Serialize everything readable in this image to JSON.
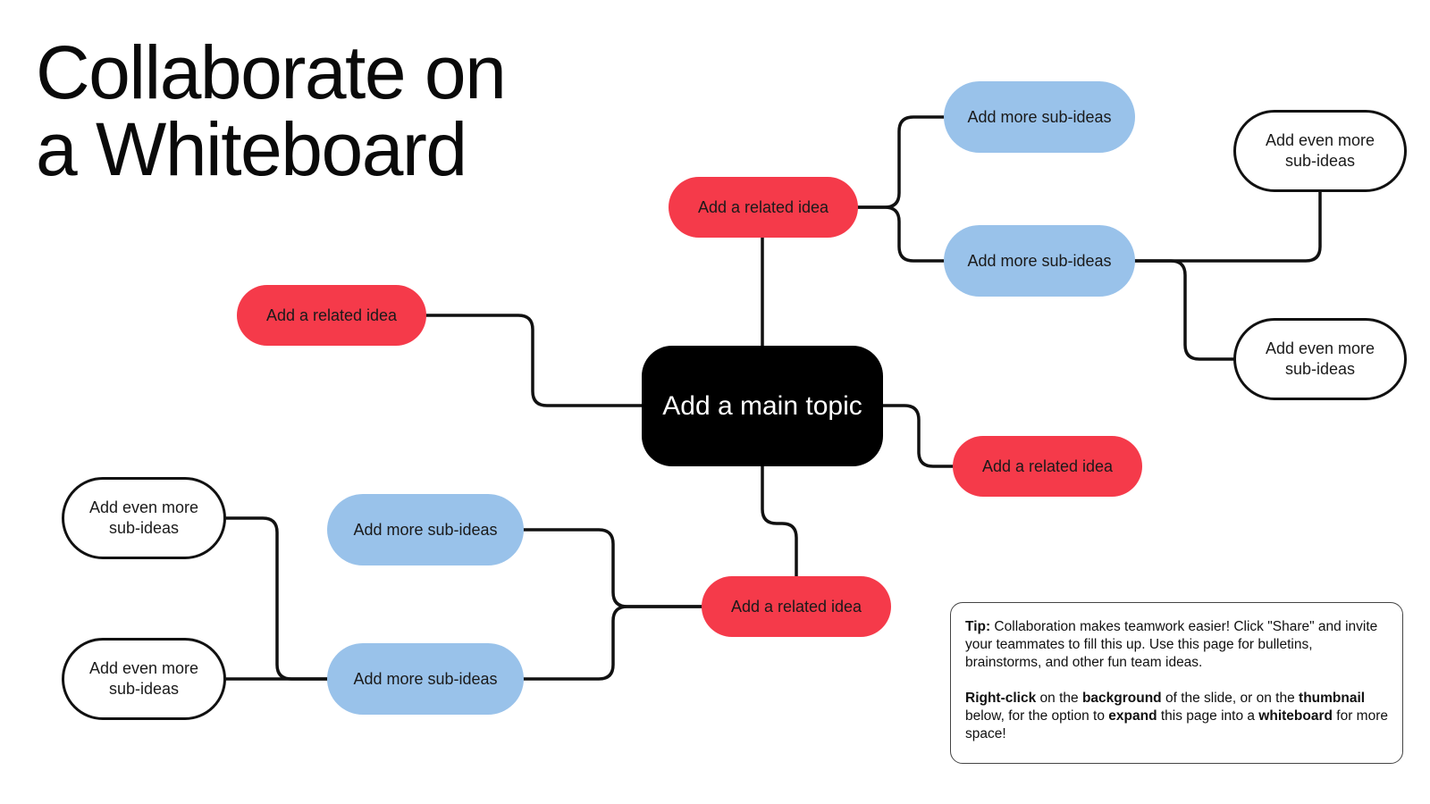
{
  "title": {
    "line1": "Collaborate on",
    "line2": "a Whiteboard"
  },
  "mindmap": {
    "main_topic": "Add a main topic",
    "related_top": "Add a related idea",
    "related_left": "Add a related idea",
    "related_right": "Add a related idea",
    "related_bottom": "Add a related idea",
    "sub_top_1": "Add more sub-ideas",
    "sub_top_2": "Add more sub-ideas",
    "sub_bottom_1": "Add more sub-ideas",
    "sub_bottom_2": "Add more sub-ideas",
    "leaf_right_1": "Add even more\nsub-ideas",
    "leaf_right_2": "Add even more\nsub-ideas",
    "leaf_left_1": "Add even more\nsub-ideas",
    "leaf_left_2": "Add even more\nsub-ideas"
  },
  "tip": {
    "p1": [
      {
        "text": "Tip:",
        "bold": true
      },
      {
        "text": " Collaboration makes teamwork easier! Click \"Share\" and invite your teammates to fill this up. Use this page for bulletins, brainstorms, and other fun team ideas.",
        "bold": false
      }
    ],
    "p2": [
      {
        "text": "Right-click",
        "bold": true
      },
      {
        "text": " on the ",
        "bold": false
      },
      {
        "text": "background",
        "bold": true
      },
      {
        "text": " of the slide, or on the ",
        "bold": false
      },
      {
        "text": "thumbnail",
        "bold": true
      },
      {
        "text": " below, for the option to ",
        "bold": false
      },
      {
        "text": "expand",
        "bold": true
      },
      {
        "text": " this page into a ",
        "bold": false
      },
      {
        "text": "whiteboard",
        "bold": true
      },
      {
        "text": " for more space!",
        "bold": false
      }
    ]
  },
  "colors": {
    "main": "#000000",
    "related": "#f53a4a",
    "sub": "#99c2ea",
    "leaf": "#ffffff",
    "connector": "#111111"
  }
}
